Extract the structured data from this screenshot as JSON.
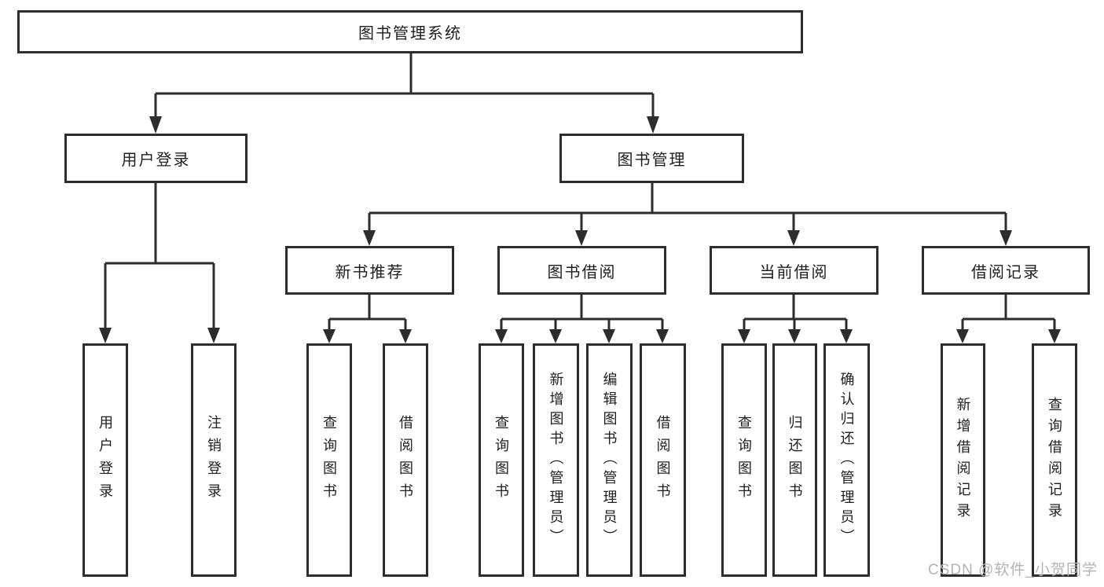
{
  "nodes": {
    "root": "图书管理系统",
    "user_login": "用户登录",
    "book_mgmt": "图书管理",
    "new_book_rec": "新书推荐",
    "book_borrow": "图书借阅",
    "current_borrow": "当前借阅",
    "borrow_records": "借阅记录",
    "leaf_user_login": "用户登录",
    "leaf_logout": "注销登录",
    "leaf_query_books_a": "查询图书",
    "leaf_borrow_books_a": "借阅图书",
    "leaf_query_books_b": "查询图书",
    "leaf_add_books": "新增图书（管理员）",
    "leaf_edit_books": "编辑图书（管理员）",
    "leaf_borrow_books_b": "借阅图书",
    "leaf_query_books_c": "查询图书",
    "leaf_return_books": "归还图书",
    "leaf_confirm_return": "确认归还（管理员）",
    "leaf_add_borrow_record": "新增借阅记录",
    "leaf_query_borrow_record": "查询借阅记录"
  },
  "watermark": "CSDN @软件_小贺同学",
  "colors": {
    "line": "#2d2d2d",
    "text": "#1f1f1f",
    "background": "#ffffff",
    "watermark": "#b3b3b3"
  }
}
